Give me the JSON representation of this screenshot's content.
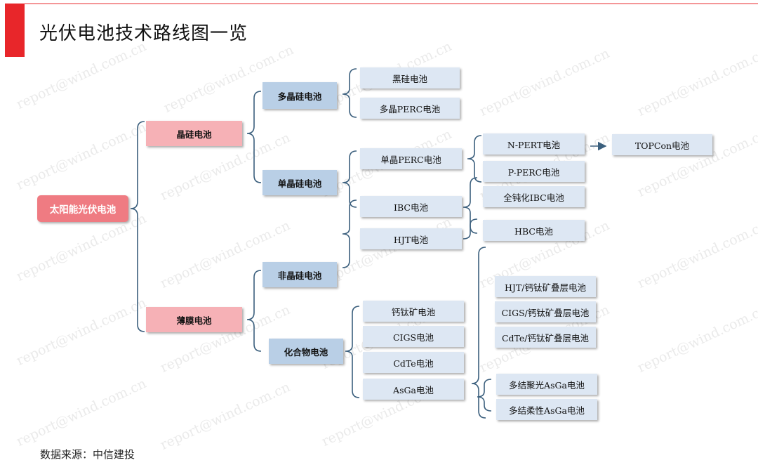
{
  "header": {
    "title": "光伏电池技术路线图一览"
  },
  "footer": {
    "source": "数据来源：中信建投"
  },
  "watermark": {
    "text_a": "report@wind.com.cn"
  },
  "colors": {
    "accent": "#e8262a",
    "root": "#ef7b82",
    "pink": "#f6b1b6",
    "blue": "#b9cfe6",
    "leaf": "#dde7f3",
    "line": "#3b5f7d"
  },
  "diagram": {
    "root": "太阳能光伏电池",
    "crystalline": "晶硅电池",
    "thin_film": "薄膜电池",
    "poly": "多晶硅电池",
    "mono": "单晶硅电池",
    "amorphous": "非晶硅电池",
    "compound": "化合物电池",
    "black_si": "黑硅电池",
    "poly_perc": "多晶PERC电池",
    "mono_perc": "单晶PERC电池",
    "ibc": "IBC电池",
    "hjt": "HJT电池",
    "n_pert": "N-PERT电池",
    "p_perc": "P-PERC电池",
    "topcon": "TOPCon电池",
    "full_pass_ibc": "全钝化IBC电池",
    "hbc": "HBC电池",
    "perovskite": "钙钛矿电池",
    "cigs": "CIGS电池",
    "cdte": "CdTe电池",
    "asga": "AsGa电池",
    "hjt_perov": "HJT/钙钛矿叠层电池",
    "cigs_perov": "CIGS/钙钛矿叠层电池",
    "cdte_perov": "CdTe/钙钛矿叠层电池",
    "multi_conc": "多结聚光AsGa电池",
    "multi_flex": "多结柔性AsGa电池"
  }
}
